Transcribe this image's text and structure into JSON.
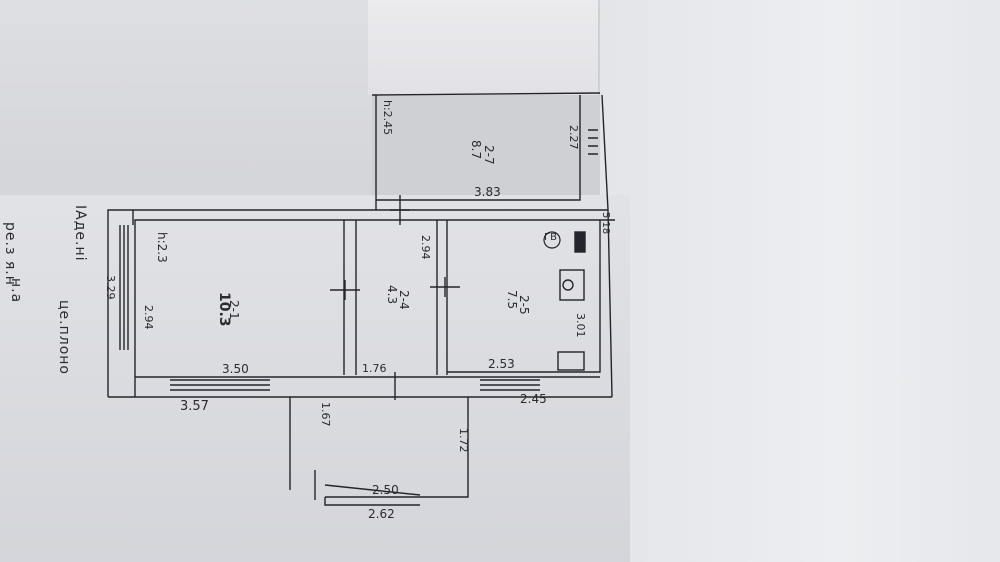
{
  "plan": {
    "rooms": [
      {
        "id": "2-1",
        "area": "10.3",
        "height": "h:2.3"
      },
      {
        "id": "2-4",
        "area": "4.3"
      },
      {
        "id": "2-5",
        "area": "7.5"
      },
      {
        "id": "2-7",
        "area": "8.7"
      }
    ],
    "labels": {
      "h_top": "h:2.45",
      "h_mid": "2.94",
      "l_357": "3.57",
      "l_350": "3.50",
      "l_176": "1.76",
      "l_253": "2.53",
      "l_245": "2.45",
      "l_383": "3.83",
      "l_227": "2.27",
      "l_301": "3.01",
      "l_229": "3.29",
      "l_294": "2.94",
      "l_167": "1.67",
      "l_172": "1.72",
      "l_250": "2.50",
      "l_262": "2.62",
      "l_stub": "5.18"
    },
    "stamp": "ГВ"
  },
  "margin_notes": [
    "ре.з я.н",
    "ІАде.ні",
    "це.плоно",
    "н.а"
  ]
}
